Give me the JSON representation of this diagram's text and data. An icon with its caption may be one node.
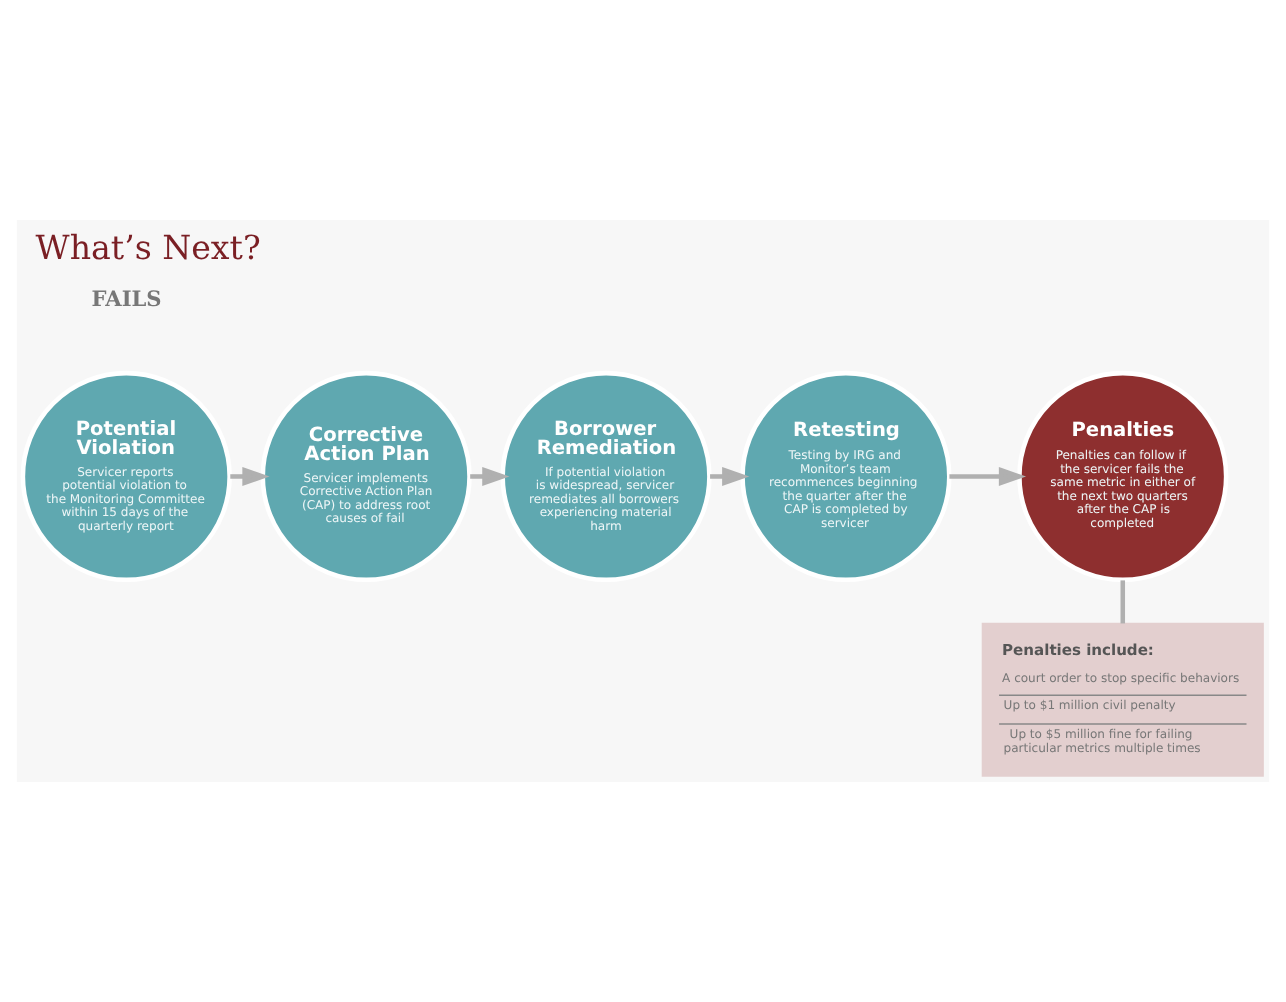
{
  "diagram": {
    "title": "What’s Next?",
    "nodes": [
      {
        "text": [
          "Potential Violation",
          "Servicer reports potential violation to the Monitoring Committee within 15 days of the quarterly report"
        ]
      },
      {
        "text": [
          "Corrective Action Plan",
          "Servicer implements Corrective Action Plan (CAP) to address root causes of fail"
        ]
      },
      {
        "text": [
          "Borrower Remediation",
          "If potential violation is widespread, servicer remediates all borrowers experiencing material harm"
        ]
      },
      {
        "text": [
          "Retesting",
          "Testing by IRG and Monitor’s team recommences beginning the quarter after the CAP is completed by servicer"
        ]
      },
      {
        "text": [
          "Penalties",
          "Penalties can follow if the servicer fails the same metric in either of the next two quarters after the CAP is completed"
        ]
      },
      {
        "text": [
          "Penalties include:",
          "A court order to stop specific behaviors",
          "Up to $1 million civil penalty",
          "Up to $5 million fine for failing particular metrics multiple times"
        ]
      }
    ],
    "edges": [
      {
        "from": 0,
        "to": 1,
        "arrow": "to"
      },
      {
        "from": 1,
        "to": 2,
        "arrow": "to"
      },
      {
        "from": 2,
        "to": 3,
        "arrow": "to"
      },
      {
        "from": 3,
        "to": 4,
        "arrow": "to"
      },
      {
        "from": 4,
        "to": 5,
        "arrow": "none"
      }
    ],
    "labels": [
      "FAILS"
    ]
  }
}
